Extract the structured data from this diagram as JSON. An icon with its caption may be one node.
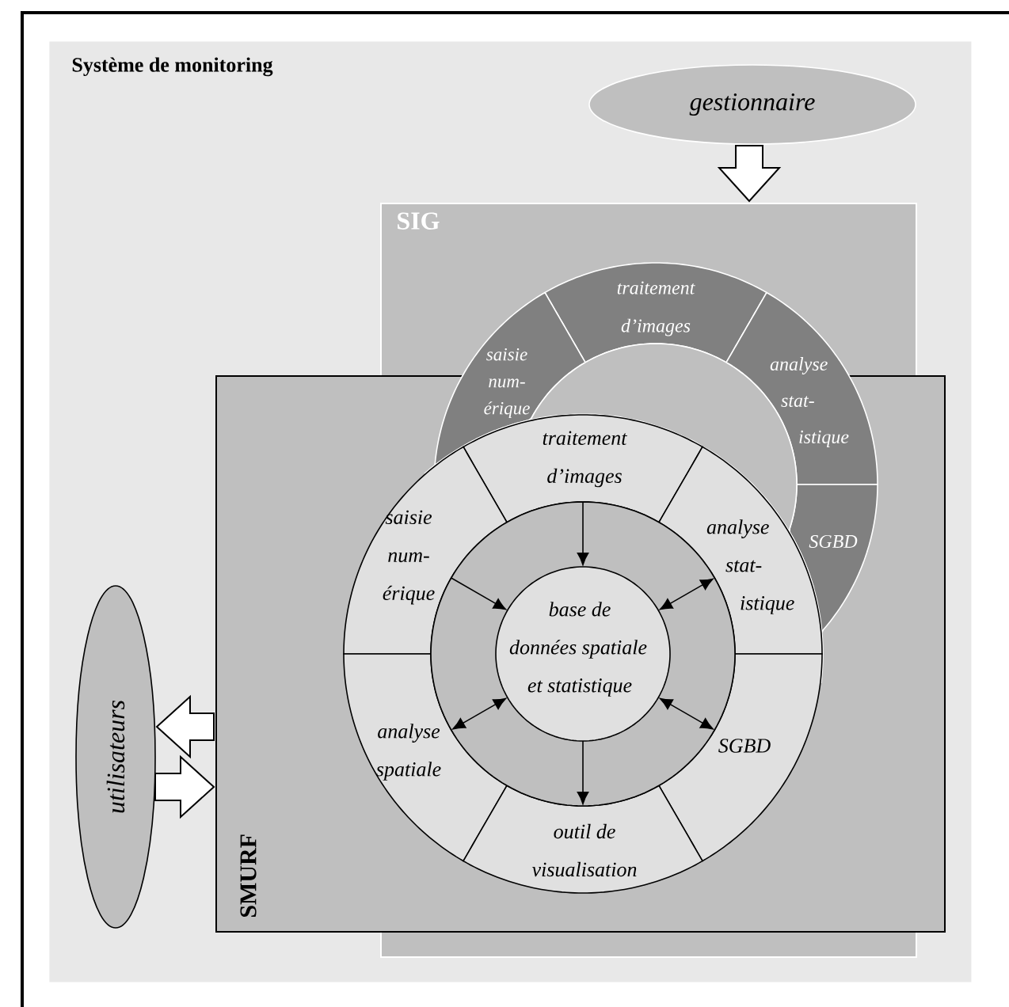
{
  "diagram": {
    "nodes": [
      {
        "text": [
          "Système de monitoring"
        ]
      },
      {
        "text": [
          "gestionnaire"
        ],
        "in": 0
      },
      {
        "text": [
          "SIG"
        ],
        "in": 0
      },
      {
        "text": [
          "traitement d’images"
        ],
        "in": 2
      },
      {
        "text": [
          "saisie num- érique"
        ],
        "in": 2
      },
      {
        "text": [
          "analyse stat- istique"
        ],
        "in": 2
      },
      {
        "text": [
          "SGBD"
        ]
      },
      {
        "text": [
          "SMURF"
        ],
        "in": 0
      },
      {
        "text": [
          "traitement d’images"
        ]
      },
      {
        "text": [
          "saisie num- érique"
        ],
        "in": 7
      },
      {
        "text": [
          "analyse stat- istique"
        ]
      },
      {
        "text": [
          "base de données spatiale et statistique"
        ]
      },
      {
        "text": [
          "analyse spatiale"
        ],
        "in": 7
      },
      {
        "text": [
          "SGBD"
        ]
      },
      {
        "text": [
          "outil de visualisation"
        ]
      },
      {
        "text": [
          "utilisateurs"
        ],
        "in": 0
      },
      {
        "text": [],
        "shape": "circle",
        "in": 2
      }
    ],
    "edges": [
      {
        "from": 1,
        "to": 2,
        "arrow": "to"
      },
      {
        "from": 7,
        "to": 15,
        "arrow": "to"
      },
      {
        "from": 15,
        "to": 7,
        "arrow": "to"
      },
      {
        "from": 8,
        "to": 11,
        "arrow": "to"
      },
      {
        "from": 9,
        "to": 11,
        "arrow": "to"
      },
      {
        "from": 10,
        "to": 11,
        "arrow": "both"
      },
      {
        "from": 12,
        "to": 11,
        "arrow": "both"
      },
      {
        "from": 13,
        "to": 11,
        "arrow": "both"
      },
      {
        "from": 11,
        "to": 14,
        "arrow": "to"
      }
    ]
  }
}
